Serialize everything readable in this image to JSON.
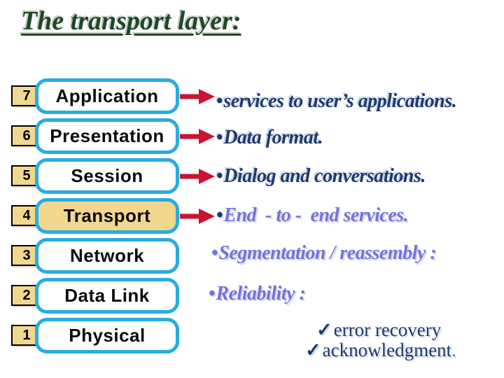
{
  "slide": {
    "title": "The transport layer:"
  },
  "osi_stack": {
    "layers": [
      {
        "number": "7",
        "label": "Application"
      },
      {
        "number": "6",
        "label": "Presentation"
      },
      {
        "number": "5",
        "label": "Session"
      },
      {
        "number": "4",
        "label": "Transport"
      },
      {
        "number": "3",
        "label": "Network"
      },
      {
        "number": "2",
        "label": "Data Link"
      },
      {
        "number": "1",
        "label": "Physical"
      }
    ],
    "highlighted_layer": "Transport"
  },
  "bullets": [
    {
      "marker": "•",
      "text": "services to user’s applications."
    },
    {
      "marker": "•",
      "text": "Data format."
    },
    {
      "marker": "•",
      "text": "Dialog and conversations."
    },
    {
      "marker": "•",
      "text": "End  - to -  end services."
    },
    {
      "marker": "•",
      "text": "Segmentation / reassembly :"
    },
    {
      "marker": "•",
      "text": "Reliability :"
    }
  ],
  "checklist": [
    {
      "marker": "✓",
      "text": "error recovery",
      "suffix": ""
    },
    {
      "marker": "✓",
      "text": "acknowledgment",
      "suffix": "."
    }
  ],
  "colors": {
    "title_green": "#1d4a22",
    "navy": "#1c3a6e",
    "periwinkle": "#7373d9",
    "arrow_red": "#c81433",
    "box_border_cyan": "#29ace0",
    "tan": "#f1d88e"
  }
}
